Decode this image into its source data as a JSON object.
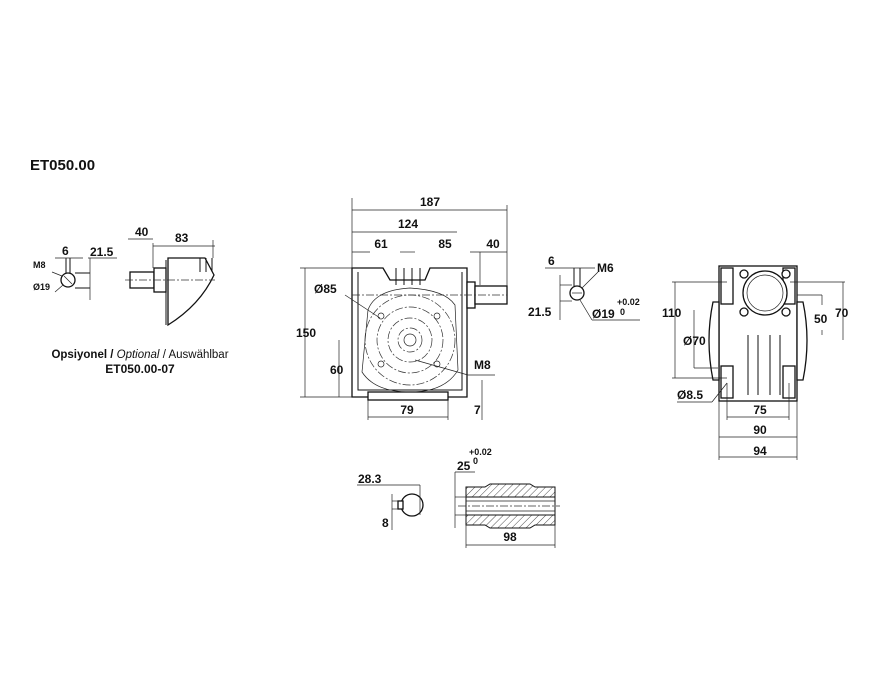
{
  "title": "ET050.00",
  "optional_view": {
    "dim_6": "6",
    "dim_21_5": "21.5",
    "thread": "M8",
    "diameter": "Ø19",
    "dim_40": "40",
    "dim_83": "83",
    "caption_tr": "Opsiyonel /",
    "caption_en": "Optional",
    "caption_de": "/ Auswählbar",
    "part_number": "ET050.00-07"
  },
  "front_view": {
    "dim_187": "187",
    "dim_124": "124",
    "dim_61": "61",
    "dim_85": "85",
    "dim_40": "40",
    "dim_150": "150",
    "dim_60": "60",
    "dim_79": "79",
    "dim_7": "7",
    "diameter": "Ø85",
    "thread": "M8"
  },
  "input_shaft": {
    "dim_6": "6",
    "thread": "M6",
    "dim_21_5": "21.5",
    "diameter": "Ø19",
    "tol_upper": "+0.02",
    "tol_lower": "0"
  },
  "side_view": {
    "dim_110": "110",
    "dim_50": "50",
    "dim_70": "70",
    "pilot_diameter": "Ø70",
    "hole_diameter": "Ø8.5",
    "dim_75": "75",
    "dim_90": "90",
    "dim_94": "94"
  },
  "hollow_shaft": {
    "dim_28_3": "28.3",
    "dim_8": "8",
    "bore": "25",
    "tol_upper": "+0.02",
    "tol_lower": "0",
    "dim_98": "98"
  }
}
